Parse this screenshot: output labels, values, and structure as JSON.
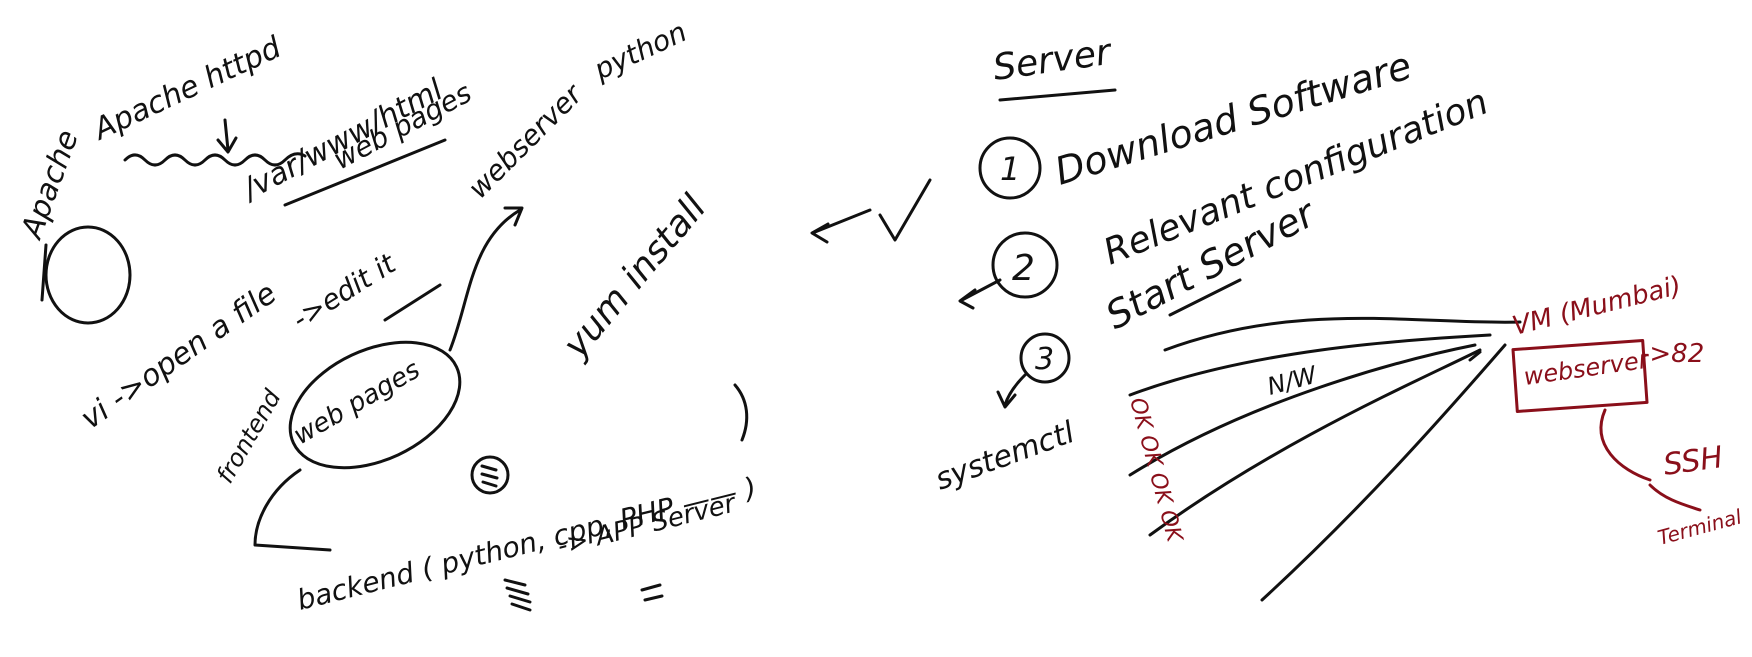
{
  "colors": {
    "ink": "#111111",
    "accent_red": "#8a0f1a",
    "background": "#ffffff"
  },
  "notes": {
    "apache": "Apache",
    "apache_httpd": "Apache httpd",
    "var_www": "/var/www/html",
    "web_pages_top": "web pages",
    "python_top": "python",
    "webserver_top": "webserver",
    "vi_open": "vi ->open a file",
    "edit_it": "->edit it",
    "web_pages_circle": "web pages",
    "frontend": "frontend",
    "backend": "backend ( python, cpp, PHP —— )",
    "app_server": "-> APP Server",
    "yum_install": "yum install",
    "server": "Server",
    "download_software": "Download Software",
    "relevant_config": "Relevant configuration",
    "start_server": "Start Server",
    "systemctl": "systemctl",
    "nw": "N/W",
    "vm_mumbai": "VM (Mumbai)",
    "webserver_box": "webserver",
    "port_82": "->82",
    "ssh": "SSH",
    "terminal": "Terminal",
    "ok_chain": "OK OK OK OK",
    "num_1": "1",
    "num_2": "2",
    "num_3": "3"
  }
}
